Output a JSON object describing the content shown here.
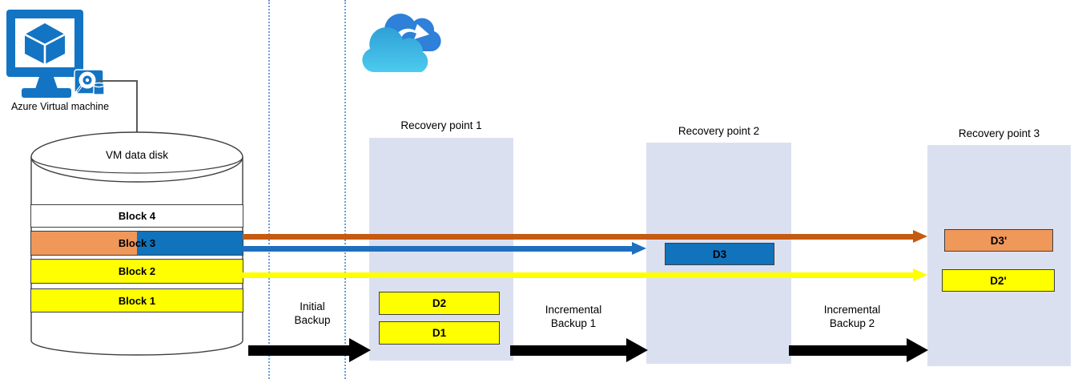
{
  "vm": {
    "label": "Azure Virtual machine"
  },
  "disk": {
    "title": "VM data disk",
    "blocks": [
      {
        "label": "Block 4",
        "fill": "#ffffff"
      },
      {
        "label": "Block 3",
        "fill_left": "#f0975a",
        "fill_right": "#1073bc"
      },
      {
        "label": "Block 2",
        "fill": "#ffff00"
      },
      {
        "label": "Block 1",
        "fill": "#ffff00"
      }
    ]
  },
  "recovery_points": [
    {
      "title": "Recovery point 1",
      "items": [
        {
          "label": "D2",
          "fill": "#ffff00"
        },
        {
          "label": "D1",
          "fill": "#ffff00"
        }
      ]
    },
    {
      "title": "Recovery point 2",
      "items": [
        {
          "label": "D3",
          "fill": "#1073bc"
        }
      ]
    },
    {
      "title": "Recovery point 3",
      "items": [
        {
          "label": "D3'",
          "fill": "#f0975a"
        },
        {
          "label": "D2'",
          "fill": "#ffff00"
        }
      ]
    }
  ],
  "backup_steps": [
    {
      "line1": "Initial",
      "line2": "Backup"
    },
    {
      "line1": "Incremental",
      "line2": "Backup 1"
    },
    {
      "line1": "Incremental",
      "line2": "Backup 2"
    }
  ],
  "icons": {
    "vm": "azure-virtual-machine-icon",
    "cloud": "azure-backup-cloud-sync-icon",
    "disk_addon": "vm-disk-icon"
  },
  "colors": {
    "azure_blue": "#1374c4",
    "panel_fill": "#dbe0f1",
    "block_orange": "#f0975a",
    "block_blue": "#1073bc",
    "block_yellow": "#ffff00",
    "arrow_orange": "#c55a11",
    "arrow_blue": "#1f6fbf",
    "arrow_yellow": "#ffff00",
    "arrow_black": "#000000",
    "guide_blue": "#4a90d9"
  }
}
